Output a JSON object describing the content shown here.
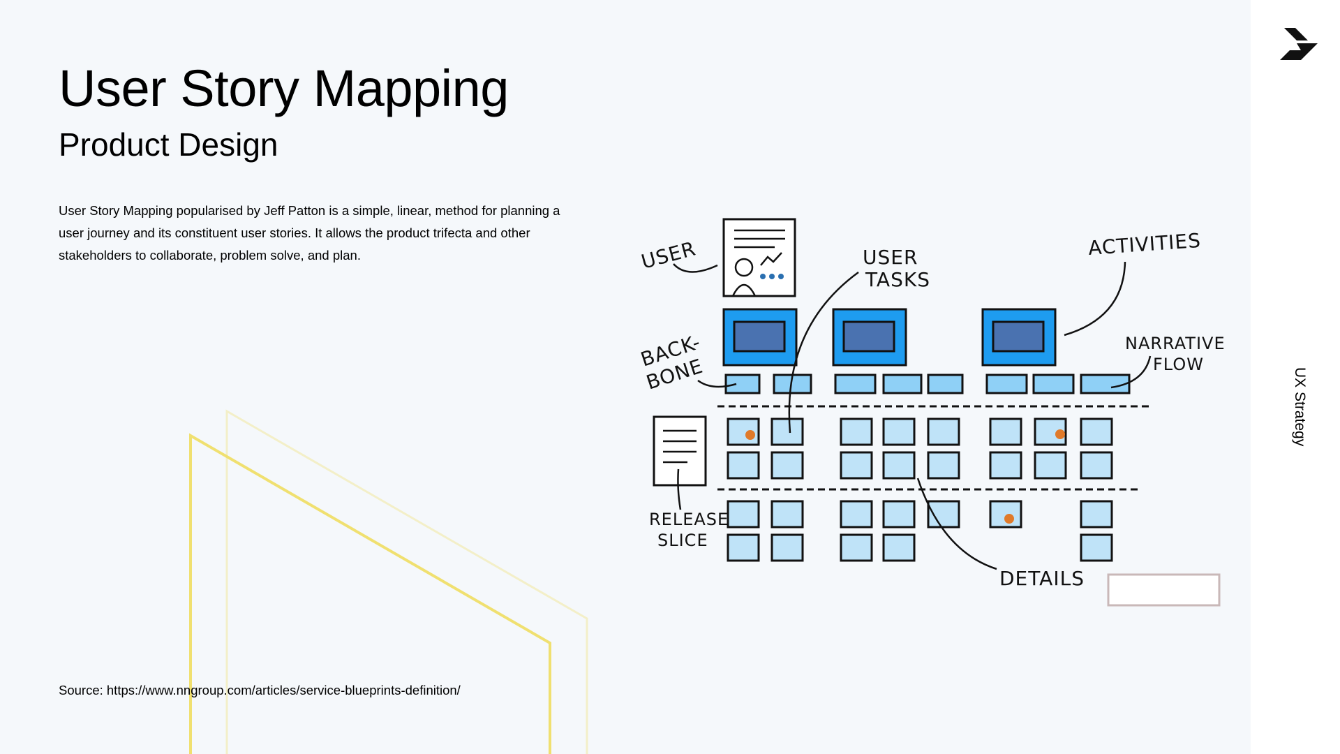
{
  "header": {
    "title": "User Story Mapping",
    "subtitle": "Product Design"
  },
  "description": "User Story Mapping popularised by Jeff Patton is a simple, linear, method for planning a user journey and its constituent user stories. It allows the product trifecta and other stakeholders to collaborate, problem solve, and plan.",
  "source": "Source: https://www.nngroup.com/articles/service-blueprints-definition/",
  "sidebar": {
    "section_label": "UX Strategy",
    "logo_icon": "chevron-logo-icon"
  },
  "illustration": {
    "labels": {
      "user": "USER",
      "user_tasks_1": "USER",
      "user_tasks_2": "TASKS",
      "activities": "ACTIVITIES",
      "backbone_1": "BACK-",
      "backbone_2": "BONE",
      "narrative_1": "NARRATIVE",
      "narrative_2": "FLOW",
      "release_1": "RELEASE",
      "release_2": "SLICE",
      "details": "DETAILS"
    },
    "colors": {
      "activity": "#1e9cf0",
      "card": "#bfe3f8",
      "dot": "#e07a2a",
      "accent_line": "#f0e070"
    }
  }
}
